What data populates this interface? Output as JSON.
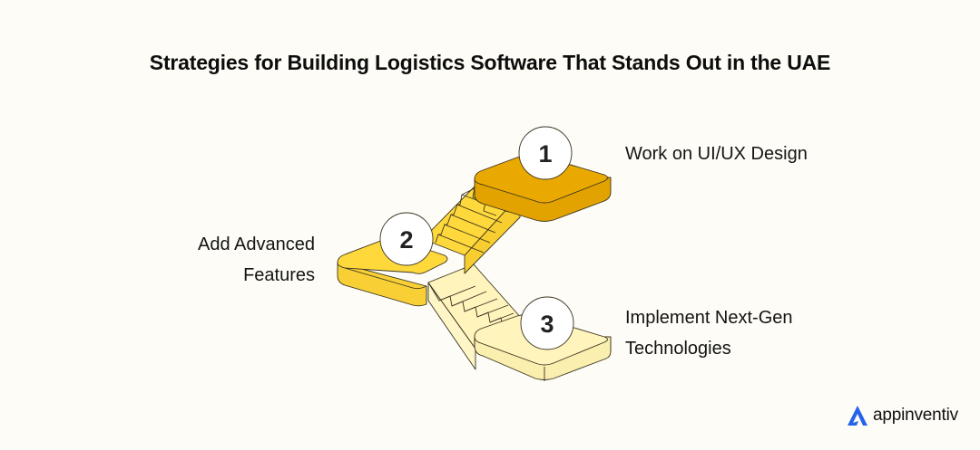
{
  "title": "Strategies for Building Logistics Software That Stands Out in the UAE",
  "steps": [
    {
      "number": "1",
      "label_lines": [
        "Work on UI/UX Design"
      ],
      "color_top": "#E9A900",
      "color_side": "#E2A200"
    },
    {
      "number": "2",
      "label_lines": [
        "Add Advanced",
        "Features"
      ],
      "color_top": "#FFD93B",
      "color_side": "#F8D035"
    },
    {
      "number": "3",
      "label_lines": [
        "Implement Next-Gen",
        "Technologies"
      ],
      "color_top": "#FFF4BC",
      "color_side": "#FBEFB0"
    }
  ],
  "logo": {
    "icon": "appinventiv-a-icon",
    "text": "appinventiv",
    "color": "#2563EB"
  }
}
